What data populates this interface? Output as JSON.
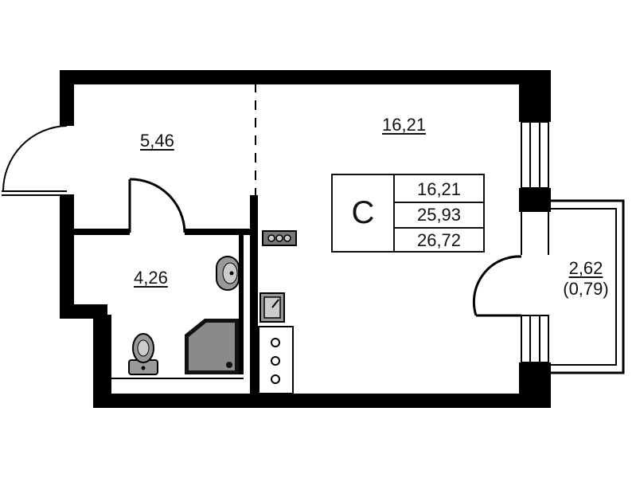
{
  "rooms": {
    "hall_area": "5,46",
    "living_area": "16,21",
    "bathroom_area": "4,26"
  },
  "balcony": {
    "area": "2,62",
    "area_reduced": "(0,79)"
  },
  "legend": {
    "apartment_type": "C",
    "living_area": "16,21",
    "total_area": "25,93",
    "total_with_balcony": "26,72"
  }
}
